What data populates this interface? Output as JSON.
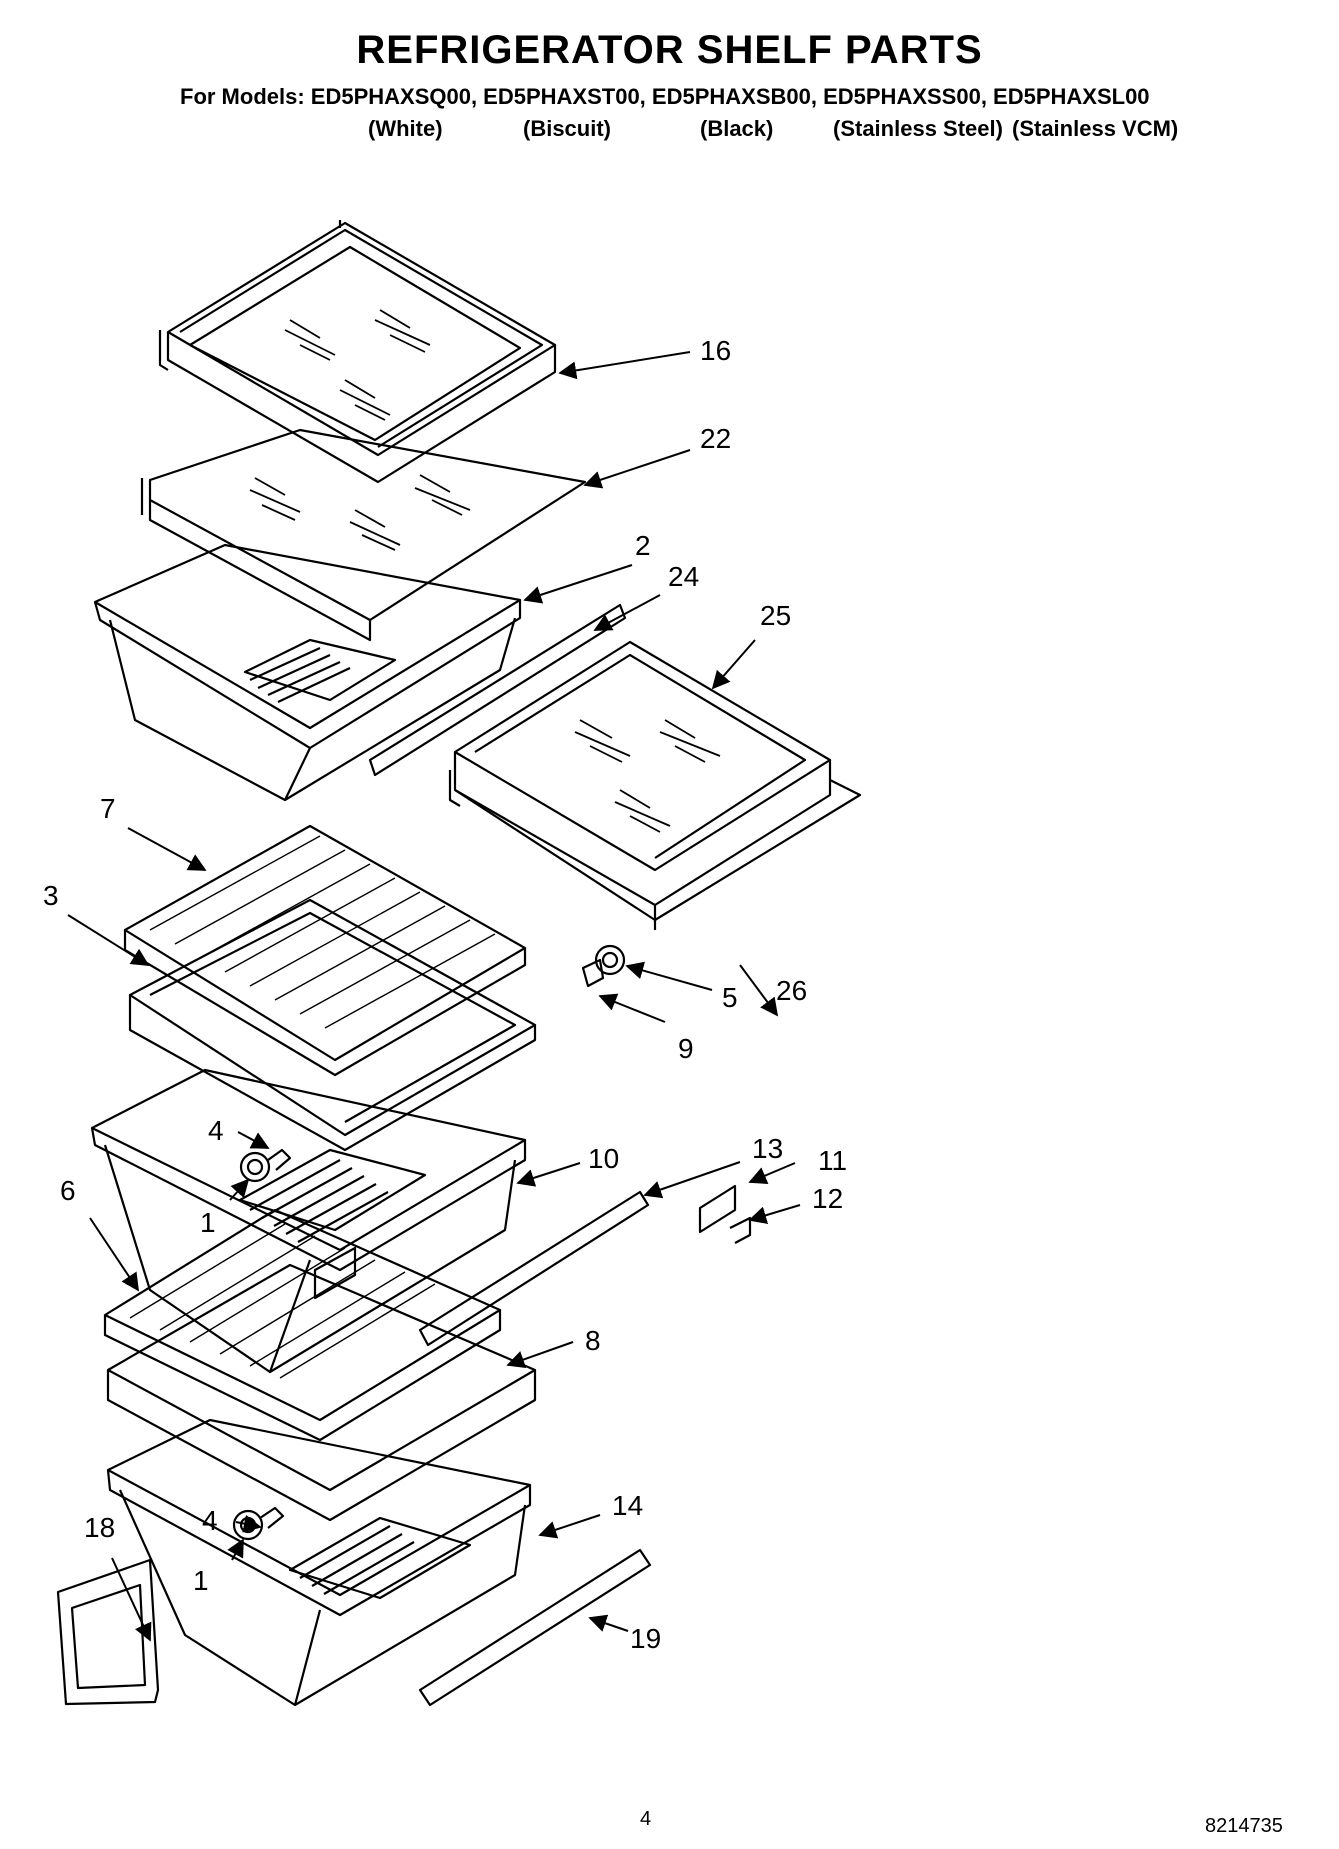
{
  "header": {
    "title": "REFRIGERATOR SHELF PARTS",
    "models_line": "For Models: ED5PHAXSQ00, ED5PHAXST00, ED5PHAXSB00, ED5PHAXSS00, ED5PHAXSL00",
    "variants": [
      "(White)",
      "(Biscuit)",
      "(Black)",
      "(Stainless Steel)",
      "(Stainless VCM)"
    ]
  },
  "callouts": {
    "c16": "16",
    "c22": "22",
    "c2": "2",
    "c24": "24",
    "c25": "25",
    "c7": "7",
    "c3": "3",
    "c5": "5",
    "c26": "26",
    "c9": "9",
    "c4a": "4",
    "c10": "10",
    "c13": "13",
    "c11": "11",
    "c12": "12",
    "c1a": "1",
    "c6": "6",
    "c8": "8",
    "c4b": "4",
    "c14": "14",
    "c18": "18",
    "c1b": "1",
    "c19": "19"
  },
  "footer": {
    "page_number": "4",
    "doc_number": "8214735"
  }
}
